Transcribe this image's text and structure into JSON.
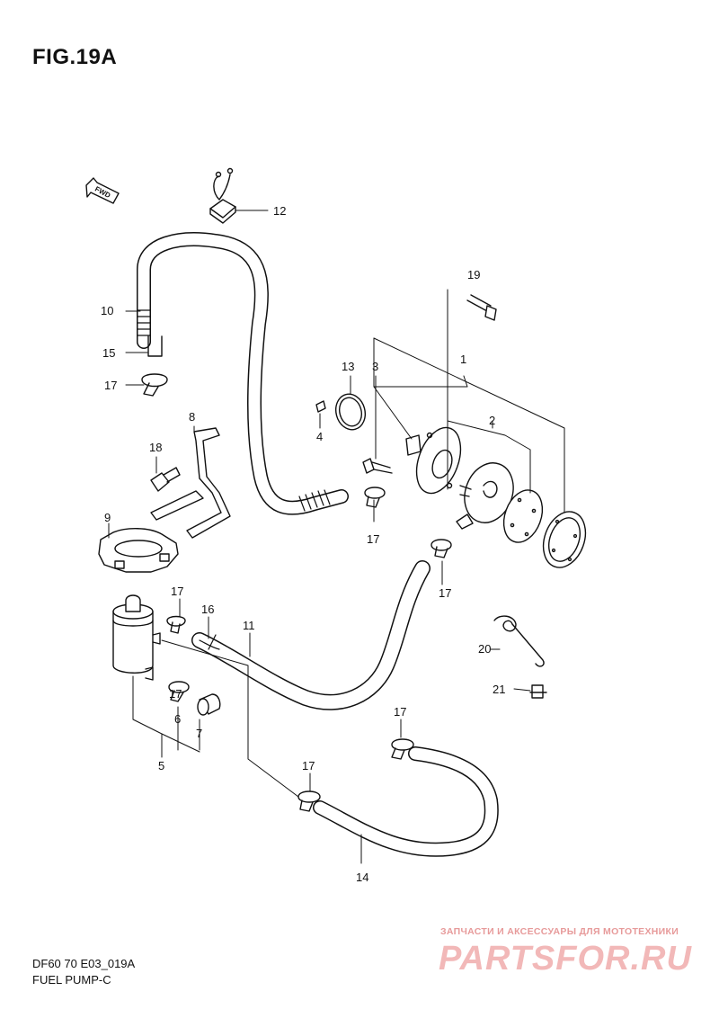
{
  "figure": {
    "title": "FIG.19A",
    "model_code": "DF60 70 E03_019A",
    "section_name": "FUEL PUMP-C",
    "direction_marker": "FWD"
  },
  "part_labels": [
    "1",
    "2",
    "3",
    "4",
    "5",
    "6",
    "7",
    "8",
    "9",
    "10",
    "11",
    "12",
    "13",
    "14",
    "15",
    "16",
    "17",
    "17",
    "17",
    "17",
    "17",
    "17",
    "17",
    "18",
    "19",
    "20",
    "21"
  ],
  "watermark": {
    "caption": "ЗАПЧАСТИ И АКСЕССУАРЫ ДЛЯ МОТОТЕХНИКИ",
    "site": "PARTSFOR.RU"
  },
  "colors": {
    "line": "#111111",
    "watermark_caption": "#e79a9a",
    "watermark_site": "#f2b8b8"
  }
}
